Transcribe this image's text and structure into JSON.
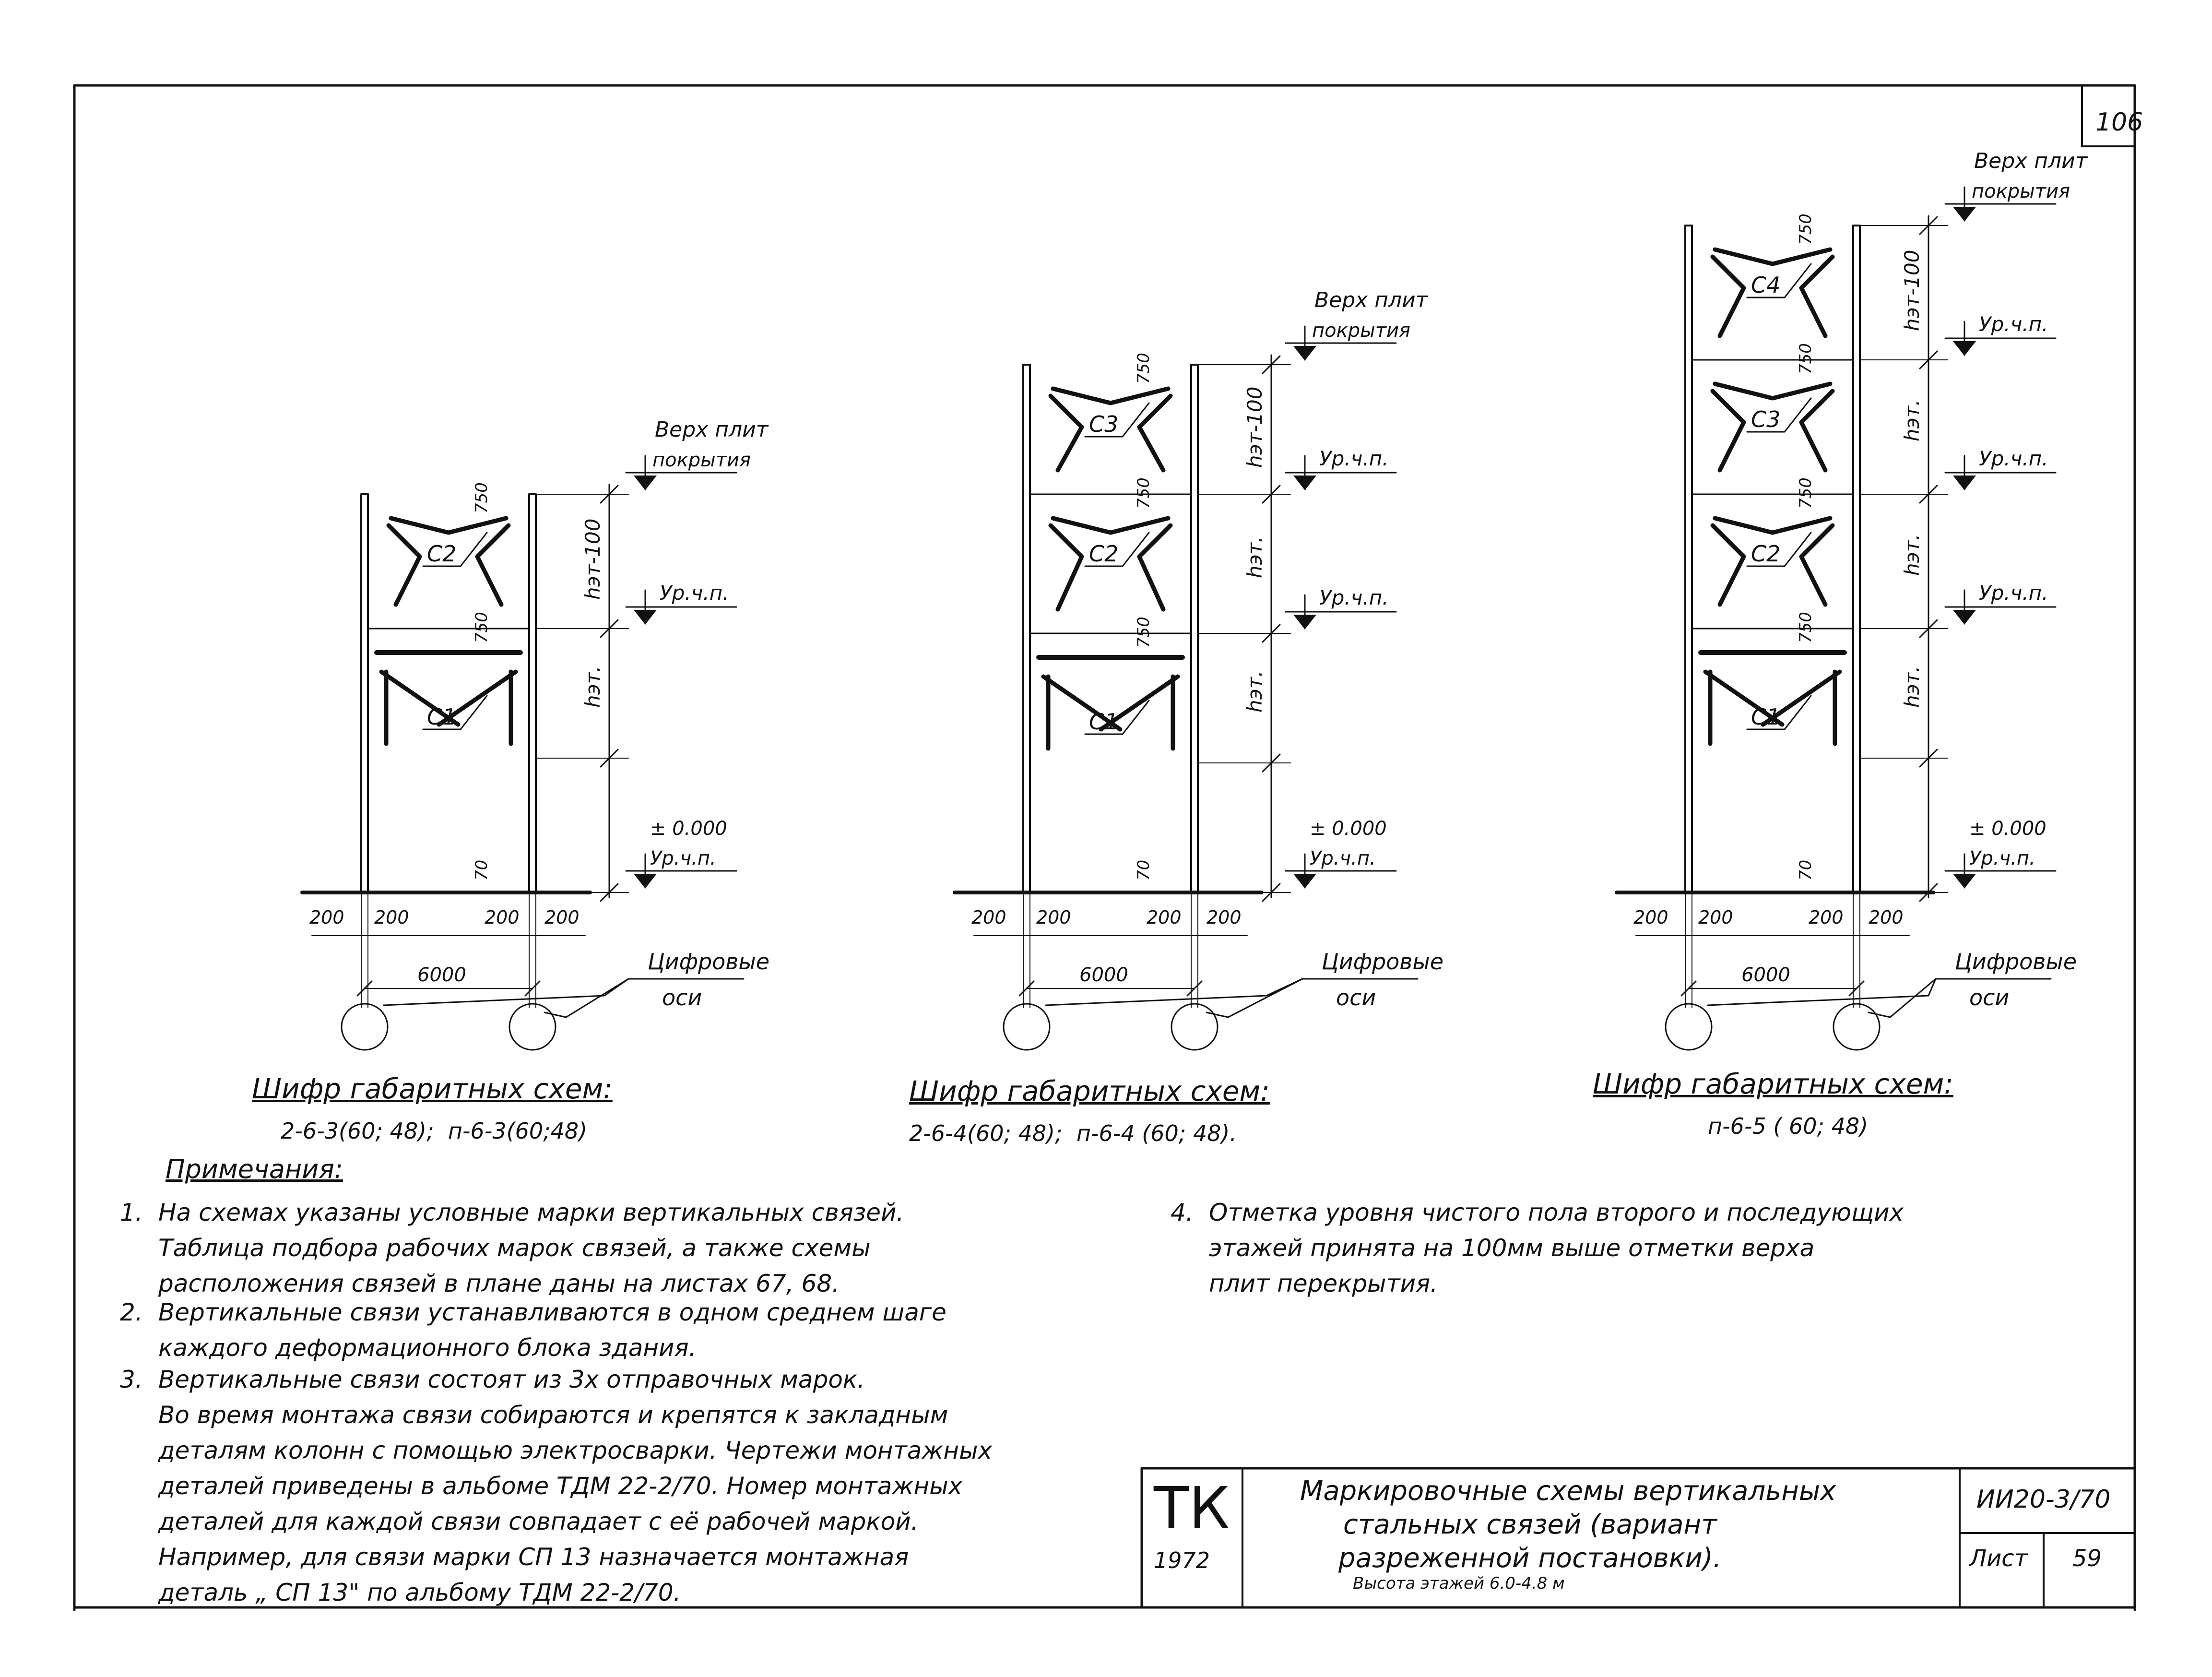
{
  "sheet_number": "106",
  "levels": {
    "roof": [
      "Верх плит",
      "покрытия"
    ],
    "floor": "Ур.ч.п.",
    "zero": "± 0.000"
  },
  "dims": {
    "storey": "hэт.",
    "top_storey": "hэт-100",
    "d750": "750",
    "d70": "70",
    "d200": "200",
    "span": "6000"
  },
  "axes_label": [
    "Цифровые",
    "оси"
  ],
  "frames": [
    {
      "braces": [
        "С1",
        "С2"
      ],
      "caption": "Шифр габаритных схем:",
      "codes": "2-6-3(60; 48);  п-6-3(60;48)"
    },
    {
      "braces": [
        "С1",
        "С2",
        "С3"
      ],
      "caption": "Шифр габаритных схем:",
      "codes": "2-6-4(60; 48);  п-6-4 (60; 48)."
    },
    {
      "braces": [
        "С1",
        "С2",
        "С3",
        "С4"
      ],
      "caption": "Шифр габаритных схем:",
      "codes": "п-6-5 ( 60; 48)"
    }
  ],
  "notes": {
    "title": "Примечания:",
    "items": [
      {
        "num": "1.",
        "text": "На схемах указаны условные марки вертикальных связей.\nТаблица подбора рабочих марок связей, а также схемы\nрасположения связей в плане даны на листах 67, 68."
      },
      {
        "num": "2.",
        "text": "Вертикальные связи устанавливаются в одном среднем шаге\nкаждого деформационного блока здания."
      },
      {
        "num": "3.",
        "text": "Вертикальные связи состоят из 3х отправочных марок.\nВо время монтажа связи собираются и крепятся к закладным\nдеталям колонн с помощью электросварки. Чертежи монтажных\nдеталей приведены в альбоме ТДМ 22-2/70. Номер монтажных\nдеталей для каждой связи совпадает с её рабочей маркой.\nНапример, для связи марки СП 13 назначается монтажная\nдеталь „ СП 13\" по альбому ТДМ 22-2/70."
      },
      {
        "num": "4.",
        "text": "Отметка уровня чистого пола второго и последующих\nэтажей принята на 100мм выше отметки верха\nплит перекрытия."
      }
    ]
  },
  "title_block": {
    "org": "ТК",
    "year": "1972",
    "title_lines": [
      "Маркировочные схемы вертикальных",
      "стальных связей (вариант",
      "разреженной постановки)."
    ],
    "subtitle": "Высота этажей 6.0-4.8 м",
    "code": "ИИ20-3/70",
    "sheet_label": "Лист",
    "sheet_value": "59"
  }
}
